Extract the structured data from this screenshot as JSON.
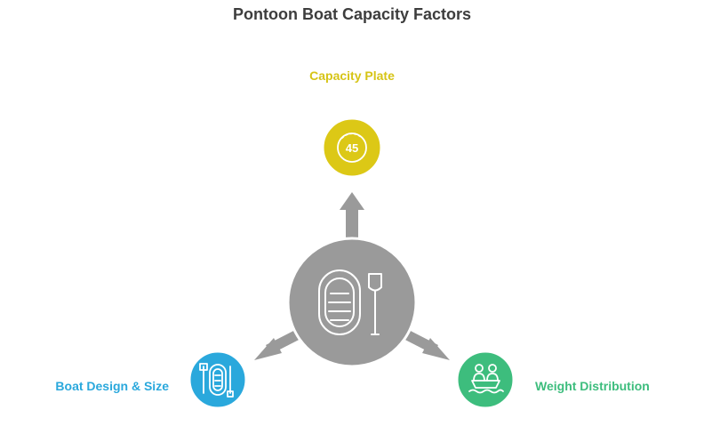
{
  "title": "Pontoon Boat Capacity Factors",
  "center": {
    "icon": "inflatable-boat-with-paddle-icon",
    "color": "#9a9a9a"
  },
  "nodes": [
    {
      "id": "top",
      "label": "Capacity Plate",
      "icon": "speed-45-icon",
      "color": "#dcc816"
    },
    {
      "id": "left",
      "label": "Boat Design & Size",
      "icon": "raft-paddle-icon",
      "color": "#2aa8dc"
    },
    {
      "id": "right",
      "label": "Weight Distribution",
      "icon": "people-in-boat-icon",
      "color": "#3dbd7d"
    }
  ]
}
